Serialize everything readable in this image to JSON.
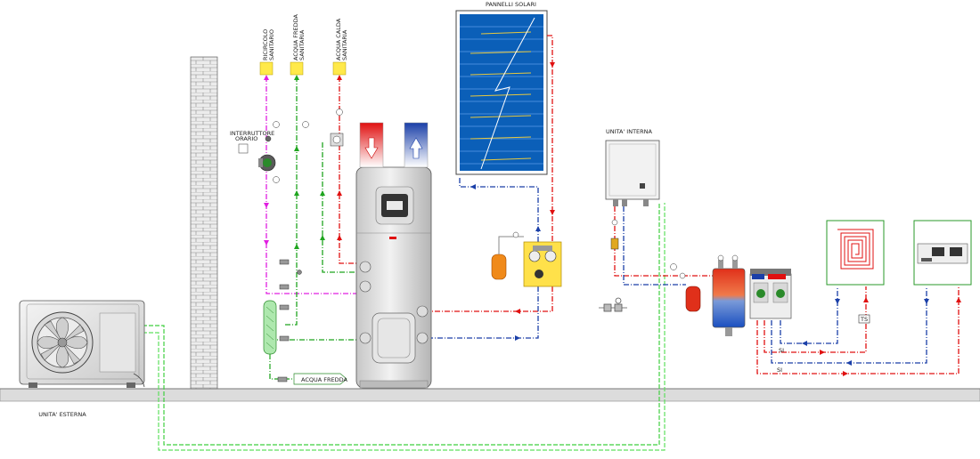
{
  "labels": {
    "ricircolo": [
      "RICIRCOLO",
      "SANITARIO"
    ],
    "acqua_fredda_sanitaria": [
      "ACQUA FREDDA",
      "SANITARIA"
    ],
    "acqua_calda_sanitaria": [
      "ACQUA CALDA",
      "SANITARIA"
    ],
    "interruttore": [
      "INTERRUTTORE",
      "ORARIO"
    ],
    "pannelli_solari": "PANNELLI SOLARI",
    "unita_interna": "UNITA' INTERNA",
    "unita_esterna": "UNITA' ESTERNA",
    "acqua_fredda": "ACQUA FREDDA",
    "ts": "TS",
    "si_1": "SI",
    "si_2": "SI"
  },
  "colors": {
    "hot": "#e01010",
    "cold": "#1a3fa8",
    "green": "#1fa51f",
    "magenta": "#e01ee0",
    "light_green": "#7ee07e",
    "ground": "#d8d8d8"
  },
  "icons": [
    "pump-icon",
    "valve-icon",
    "gauge-icon",
    "expansion-tank-icon",
    "fan-icon",
    "radiator-icon",
    "floor-heating-icon",
    "arrow-up-icon",
    "arrow-down-icon"
  ]
}
